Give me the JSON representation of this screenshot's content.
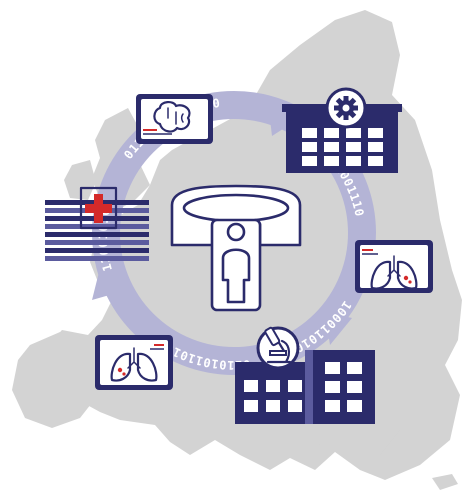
{
  "colors": {
    "primary": "#2b2b6b",
    "accent": "#5b5b9e",
    "ring": "#b4b4d6",
    "ring_text": "#ffffff",
    "map": "#d3d3d3",
    "red": "#d42a2a",
    "white": "#ffffff"
  },
  "binary_segments": [
    "0111011000110011",
    "1101001110",
    "10001101010001",
    "0110101101001",
    "1100101011000101010"
  ],
  "icons": [
    "europe-map",
    "data-cycle-ring",
    "ct-scanner-with-patient",
    "brain-scan-screen",
    "hospital-gear-building",
    "lung-xray-screen-right",
    "lung-xray-screen-left",
    "research-lab-building",
    "medical-record-stack"
  ]
}
